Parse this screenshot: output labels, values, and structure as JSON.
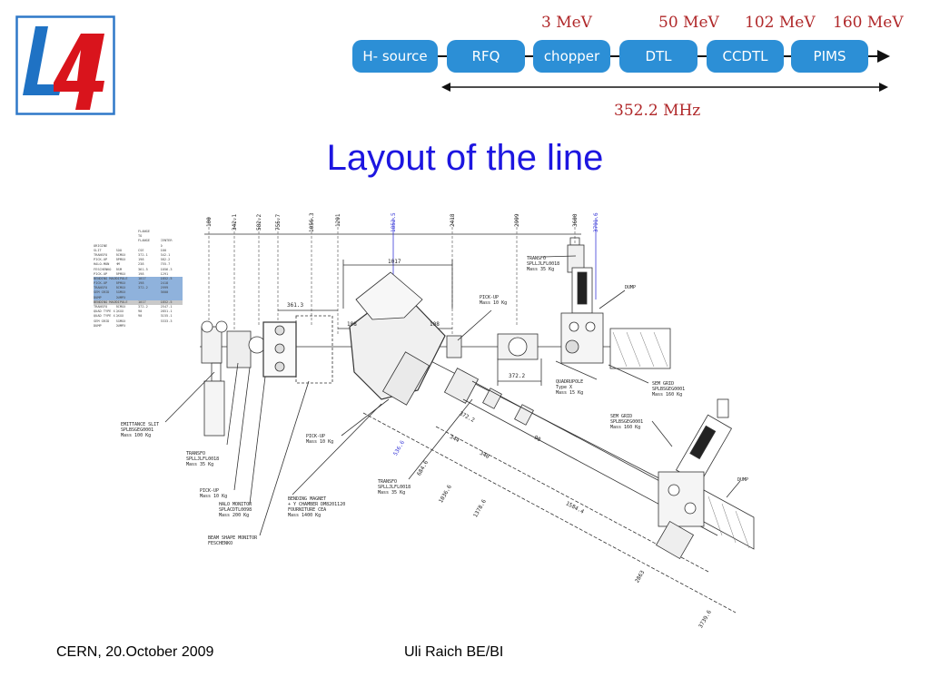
{
  "logo": {
    "text": "L4",
    "colors": {
      "l": "#1f72c4",
      "four": "#d9141c",
      "frame": "#2f78c8"
    }
  },
  "chain": {
    "energies": [
      "3 MeV",
      "50 MeV",
      "102 MeV",
      "160 MeV"
    ],
    "stages": [
      "H- source",
      "RFQ",
      "chopper",
      "DTL",
      "CCDTL",
      "PIMS"
    ],
    "frequency": "352.2 MHz",
    "colors": {
      "pill": "#2c8fd6",
      "label": "#b0282a"
    }
  },
  "title": "Layout of the line",
  "drawing": {
    "top_dims": [
      "100",
      "342.1",
      "582.2",
      "755.7",
      "1056.3",
      "1291",
      "1852.5",
      "2418",
      "2999",
      "3600",
      "3791.6"
    ],
    "dims": [
      "1017",
      "361.3",
      "108",
      "108",
      "372.2"
    ],
    "slant_dims": [
      "536.6",
      "684.6",
      "1036.6",
      "1378.6",
      "344",
      "340",
      "90",
      "372.2",
      "1584.4",
      "2863",
      "3739.6"
    ],
    "table_rows": [
      [
        "",
        "",
        "FLANGE",
        ""
      ],
      [
        "",
        "",
        "TO",
        ""
      ],
      [
        "",
        "",
        "FLANGE",
        "CENTER"
      ],
      [
        "ORIGINE",
        "",
        "",
        "0"
      ],
      [
        "SLIT",
        "SOO",
        "CSE",
        "100"
      ],
      [
        "TRANSFO",
        "BCMXX",
        "372.1",
        "342.1"
      ],
      [
        "PICK-UP",
        "BPMXX",
        "198",
        "582.2"
      ],
      [
        "HALO-MON",
        "HM",
        "238",
        "755.7"
      ],
      [
        "FESCHENKO",
        "BSM",
        "361.5",
        "1056.3"
      ],
      [
        "PICK-UP",
        "BPMXX",
        "198",
        "1291"
      ],
      [
        "BENDING MAGNET",
        "DIPOLE",
        "1017",
        "1852.5"
      ],
      [
        "PICK-UP",
        "BPMXX",
        "198",
        "2418"
      ],
      [
        "TRANSFO",
        "BCMXX",
        "372.2",
        "2999"
      ],
      [
        "SEM GRID",
        "SGMXX",
        "",
        "3600"
      ],
      [
        "DUMP",
        "DUMPX",
        "",
        ""
      ],
      [
        "BENDING MAGNET",
        "DIPOLE",
        "1017",
        "1852.5"
      ],
      [
        "TRANSFO",
        "BCMXX",
        "372.2",
        "2547.1"
      ],
      [
        "QUAD TYPE X",
        "QXXX",
        "90",
        "2851.1"
      ],
      [
        "QUAD TYPE X",
        "QXXX",
        "90",
        "3155.1"
      ],
      [
        "SEM GRID",
        "SGMXX",
        "",
        "3333.3"
      ],
      [
        "DUMP",
        "DUMPX",
        "",
        ""
      ]
    ],
    "labels": {
      "transfo_top": "TRANSFO\nSPLLJLFL0018\nMass 35 Kg",
      "pickup_mid": "PICK-UP\nMass 10 Kg",
      "dump_top": "DUMP",
      "sem_grid_top": "SEM GRID\nSPLBSGEG0001\nMass 160 Kg",
      "quadrupole": "QUADRUPOLE\nType X\nMass 15 Kg",
      "sem_grid_bottom": "SEM GRID\nSPLBSGEG0001\nMass 160 Kg",
      "dump_bottom": "DUMP",
      "emittance": "EMITTANCE SLIT\nSPLBSGEG0001\nMass 100 Kg",
      "transfo_left": "TRANSFO\nSPLLJLFL0018\nMass 35 Kg",
      "pickup_left": "PICK-UP\nMass 10 Kg",
      "halo": "HALO MONITOR\nSPLACDTL0098\nMass 200 Kg",
      "pickup_center": "PICK-UP\nMass 10 Kg",
      "bending": "BENDING MAGNET\n+ Y CHAMBER DM8201120\nFOURNITURE CEA\nMass 1400 Kg",
      "transfo_bottom": "TRANSFO\nSPLLJLFL0018\nMass 35 Kg",
      "beam_shape": "BEAM SHAPE MONITOR\nFESCHENKO"
    }
  },
  "footer": {
    "left": "CERN, 20.October 2009",
    "center": "Uli Raich BE/BI"
  }
}
